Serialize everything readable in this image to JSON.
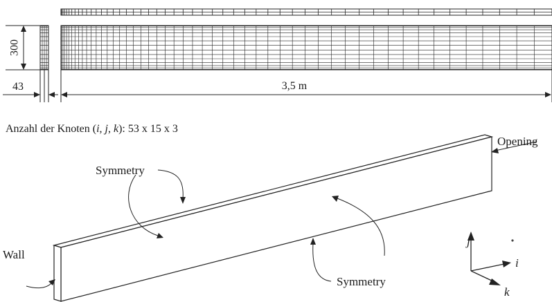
{
  "mesh_top": {
    "dim_height_label": "300",
    "dim_width_small_label": "43",
    "dim_length_label": "3,5 m"
  },
  "nodes": {
    "prefix": "Anzahl der Knoten (",
    "i": "i",
    "c1": ", ",
    "j": "j",
    "c2": ", ",
    "k": "k",
    "suffix": "): 53 x 15 x 3"
  },
  "model_3d": {
    "labels": {
      "symmetry_top": "Symmetry",
      "symmetry_bottom": "Symmetry",
      "opening": "Opening",
      "wall": "Wall"
    },
    "axes": {
      "j": "j",
      "i": "i",
      "k": "k"
    }
  }
}
